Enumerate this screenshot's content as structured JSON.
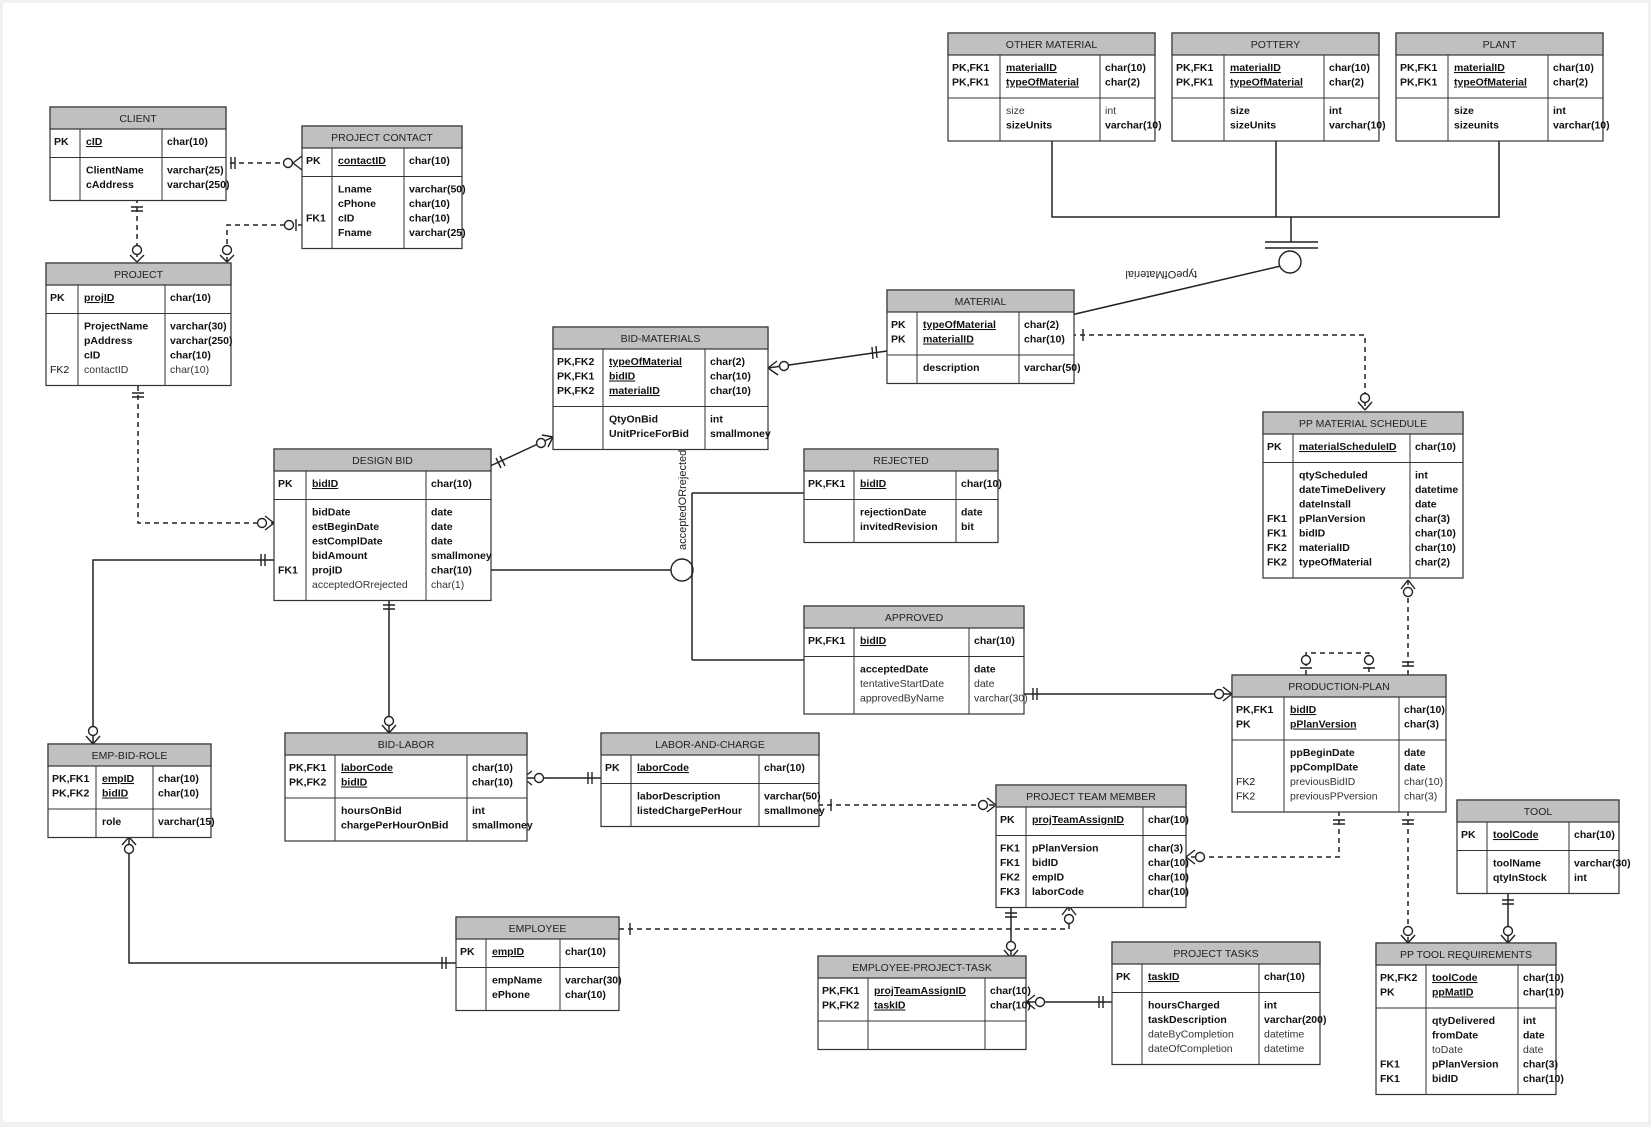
{
  "entities": {
    "client": {
      "title": "CLIENT",
      "pk": [
        {
          "k": "PK",
          "n": "cID",
          "t": "char(10)"
        }
      ],
      "attrs": [
        {
          "k": "",
          "n": "ClientName",
          "t": "varchar(25)"
        },
        {
          "k": "",
          "n": "cAddress",
          "t": "varchar(250)"
        }
      ]
    },
    "project_contact": {
      "title": "PROJECT CONTACT",
      "pk": [
        {
          "k": "PK",
          "n": "contactID",
          "t": "char(10)"
        }
      ],
      "attrs": [
        {
          "k": "",
          "n": "Lname",
          "t": "varchar(50)"
        },
        {
          "k": "",
          "n": "cPhone",
          "t": "char(10)"
        },
        {
          "k": "FK1",
          "n": "cID",
          "t": "char(10)"
        },
        {
          "k": "",
          "n": "Fname",
          "t": "varchar(25)"
        }
      ]
    },
    "project": {
      "title": "PROJECT",
      "pk": [
        {
          "k": "PK",
          "n": "projID",
          "t": "char(10)"
        }
      ],
      "attrs": [
        {
          "k": "",
          "n": "ProjectName",
          "t": "varchar(30)"
        },
        {
          "k": "",
          "n": "pAddress",
          "t": "varchar(250)"
        },
        {
          "k": "",
          "n": "cID",
          "t": "char(10)"
        },
        {
          "k": "FK2",
          "n": "contactID",
          "t": "char(10)",
          "light": true
        }
      ]
    },
    "bid_materials": {
      "title": "BID-MATERIALS",
      "pk": [
        {
          "k": "PK,FK2",
          "n": "typeOfMaterial",
          "t": "char(2)"
        },
        {
          "k": "PK,FK1",
          "n": "bidID",
          "t": "char(10)"
        },
        {
          "k": "PK,FK2",
          "n": "materialID",
          "t": "char(10)"
        }
      ],
      "attrs": [
        {
          "k": "",
          "n": "QtyOnBid",
          "t": "int"
        },
        {
          "k": "",
          "n": "UnitPriceForBid",
          "t": "smallmoney"
        }
      ]
    },
    "material": {
      "title": "MATERIAL",
      "pk": [
        {
          "k": "PK",
          "n": "typeOfMaterial",
          "t": "char(2)"
        },
        {
          "k": "PK",
          "n": "materialID",
          "t": "char(10)"
        }
      ],
      "attrs": [
        {
          "k": "",
          "n": "description",
          "t": "varchar(50)"
        }
      ]
    },
    "other_material": {
      "title": "OTHER MATERIAL",
      "pk": [
        {
          "k": "PK,FK1",
          "n": "materialID",
          "t": "char(10)"
        },
        {
          "k": "PK,FK1",
          "n": "typeOfMaterial",
          "t": "char(2)"
        }
      ],
      "attrs": [
        {
          "k": "",
          "n": "size",
          "t": "int",
          "light": true
        },
        {
          "k": "",
          "n": "sizeUnits",
          "t": "varchar(10)"
        }
      ]
    },
    "pottery": {
      "title": "POTTERY",
      "pk": [
        {
          "k": "PK,FK1",
          "n": "materialID",
          "t": "char(10)"
        },
        {
          "k": "PK,FK1",
          "n": "typeOfMaterial",
          "t": "char(2)"
        }
      ],
      "attrs": [
        {
          "k": "",
          "n": "size",
          "t": "int"
        },
        {
          "k": "",
          "n": "sizeUnits",
          "t": "varchar(10)"
        }
      ]
    },
    "plant": {
      "title": "PLANT",
      "pk": [
        {
          "k": "PK,FK1",
          "n": "materialID",
          "t": "char(10)"
        },
        {
          "k": "PK,FK1",
          "n": "typeOfMaterial",
          "t": "char(2)"
        }
      ],
      "attrs": [
        {
          "k": "",
          "n": "size",
          "t": "int"
        },
        {
          "k": "",
          "n": "sizeunits",
          "t": "varchar(10)"
        }
      ]
    },
    "design_bid": {
      "title": "DESIGN BID",
      "pk": [
        {
          "k": "PK",
          "n": "bidID",
          "t": "char(10)"
        }
      ],
      "attrs": [
        {
          "k": "",
          "n": "bidDate",
          "t": "date"
        },
        {
          "k": "",
          "n": "estBeginDate",
          "t": "date"
        },
        {
          "k": "",
          "n": "estComplDate",
          "t": "date"
        },
        {
          "k": "",
          "n": "bidAmount",
          "t": "smallmoney"
        },
        {
          "k": "FK1",
          "n": "projID",
          "t": "char(10)"
        },
        {
          "k": "",
          "n": "acceptedORrejected",
          "t": "char(1)",
          "light": true
        }
      ]
    },
    "rejected": {
      "title": "REJECTED",
      "pk": [
        {
          "k": "PK,FK1",
          "n": "bidID",
          "t": "char(10)"
        }
      ],
      "attrs": [
        {
          "k": "",
          "n": "rejectionDate",
          "t": "date"
        },
        {
          "k": "",
          "n": "invitedRevision",
          "t": "bit"
        }
      ]
    },
    "approved": {
      "title": "APPROVED",
      "pk": [
        {
          "k": "PK,FK1",
          "n": "bidID",
          "t": "char(10)"
        }
      ],
      "attrs": [
        {
          "k": "",
          "n": "acceptedDate",
          "t": "date"
        },
        {
          "k": "",
          "n": "tentativeStartDate",
          "t": "date",
          "light": true
        },
        {
          "k": "",
          "n": "approvedByName",
          "t": "varchar(30)",
          "light": true
        }
      ]
    },
    "pp_material_schedule": {
      "title": "PP MATERIAL SCHEDULE",
      "pk": [
        {
          "k": "PK",
          "n": "materialScheduleID",
          "t": "char(10)"
        }
      ],
      "attrs": [
        {
          "k": "",
          "n": "qtyScheduled",
          "t": "int"
        },
        {
          "k": "",
          "n": "dateTimeDelivery",
          "t": "datetime"
        },
        {
          "k": "",
          "n": "dateInstall",
          "t": "date"
        },
        {
          "k": "FK1",
          "n": "pPlanVersion",
          "t": "char(3)"
        },
        {
          "k": "FK1",
          "n": "bidID",
          "t": "char(10)"
        },
        {
          "k": "FK2",
          "n": "materialID",
          "t": "char(10)"
        },
        {
          "k": "FK2",
          "n": "typeOfMaterial",
          "t": "char(2)"
        }
      ]
    },
    "production_plan": {
      "title": "PRODUCTION-PLAN",
      "pk": [
        {
          "k": "PK,FK1",
          "n": "bidID",
          "t": "char(10)"
        },
        {
          "k": "PK",
          "n": "pPlanVersion",
          "t": "char(3)"
        }
      ],
      "attrs": [
        {
          "k": "",
          "n": "ppBeginDate",
          "t": "date"
        },
        {
          "k": "",
          "n": "ppComplDate",
          "t": "date"
        },
        {
          "k": "FK2",
          "n": "previousBidID",
          "t": "char(10)",
          "light": true
        },
        {
          "k": "FK2",
          "n": "previousPPversion",
          "t": "char(3)",
          "light": true
        }
      ]
    },
    "emp_bid_role": {
      "title": "EMP-BID-ROLE",
      "pk": [
        {
          "k": "PK,FK1",
          "n": "empID",
          "t": "char(10)"
        },
        {
          "k": "PK,FK2",
          "n": "bidID",
          "t": "char(10)"
        }
      ],
      "attrs": [
        {
          "k": "",
          "n": "role",
          "t": "varchar(15)"
        }
      ]
    },
    "bid_labor": {
      "title": "BID-LABOR",
      "pk": [
        {
          "k": "PK,FK1",
          "n": "laborCode",
          "t": "char(10)"
        },
        {
          "k": "PK,FK2",
          "n": "bidID",
          "t": "char(10)"
        }
      ],
      "attrs": [
        {
          "k": "",
          "n": "hoursOnBid",
          "t": "int"
        },
        {
          "k": "",
          "n": "chargePerHourOnBid",
          "t": "smallmoney"
        }
      ]
    },
    "labor_and_charge": {
      "title": "LABOR-AND-CHARGE",
      "pk": [
        {
          "k": "PK",
          "n": "laborCode",
          "t": "char(10)"
        }
      ],
      "attrs": [
        {
          "k": "",
          "n": "laborDescription",
          "t": "varchar(50)"
        },
        {
          "k": "",
          "n": "listedChargePerHour",
          "t": "smallmoney"
        }
      ]
    },
    "project_team_member": {
      "title": "PROJECT TEAM MEMBER",
      "pk": [
        {
          "k": "PK",
          "n": "projTeamAssignID",
          "t": "char(10)"
        }
      ],
      "attrs": [
        {
          "k": "FK1",
          "n": "pPlanVersion",
          "t": "char(3)"
        },
        {
          "k": "FK1",
          "n": "bidID",
          "t": "char(10)"
        },
        {
          "k": "FK2",
          "n": "empID",
          "t": "char(10)"
        },
        {
          "k": "FK3",
          "n": "laborCode",
          "t": "char(10)"
        }
      ]
    },
    "tool": {
      "title": "TOOL",
      "pk": [
        {
          "k": "PK",
          "n": "toolCode",
          "t": "char(10)"
        }
      ],
      "attrs": [
        {
          "k": "",
          "n": "toolName",
          "t": "varchar(30)"
        },
        {
          "k": "",
          "n": "qtyInStock",
          "t": "int"
        }
      ]
    },
    "employee": {
      "title": "EMPLOYEE",
      "pk": [
        {
          "k": "PK",
          "n": "empID",
          "t": "char(10)"
        }
      ],
      "attrs": [
        {
          "k": "",
          "n": "empName",
          "t": "varchar(30)"
        },
        {
          "k": "",
          "n": "ePhone",
          "t": "char(10)"
        }
      ]
    },
    "employee_project_task": {
      "title": "EMPLOYEE-PROJECT-TASK",
      "pk": [
        {
          "k": "PK,FK1",
          "n": "projTeamAssignID",
          "t": "char(10)"
        },
        {
          "k": "PK,FK2",
          "n": "taskID",
          "t": "char(10)"
        }
      ],
      "attrs": []
    },
    "project_tasks": {
      "title": "PROJECT TASKS",
      "pk": [
        {
          "k": "PK",
          "n": "taskID",
          "t": "char(10)"
        }
      ],
      "attrs": [
        {
          "k": "",
          "n": "hoursCharged",
          "t": "int"
        },
        {
          "k": "",
          "n": "taskDescription",
          "t": "varchar(200)"
        },
        {
          "k": "",
          "n": "dateByCompletion",
          "t": "datetime",
          "light": true
        },
        {
          "k": "",
          "n": "dateOfCompletion",
          "t": "datetime",
          "light": true
        }
      ]
    },
    "pp_tool_requirements": {
      "title": "PP TOOL REQUIREMENTS",
      "pk": [
        {
          "k": "PK,FK2",
          "n": "toolCode",
          "t": "char(10)"
        },
        {
          "k": "PK",
          "n": "ppMatID",
          "t": "char(10)"
        }
      ],
      "attrs": [
        {
          "k": "",
          "n": "qtyDelivered",
          "t": "int"
        },
        {
          "k": "",
          "n": "fromDate",
          "t": "date"
        },
        {
          "k": "",
          "n": "toDate",
          "t": "date",
          "light": true
        },
        {
          "k": "FK1",
          "n": "pPlanVersion",
          "t": "char(3)"
        },
        {
          "k": "FK1",
          "n": "bidID",
          "t": "char(10)"
        }
      ]
    }
  },
  "labels": {
    "discriminator_design_bid": "acceptedORrejected",
    "discriminator_material": "typeOfMaterial"
  },
  "colors": {
    "header_fill": "#c0c0c0",
    "line": "#222222",
    "background": "#ffffff"
  }
}
